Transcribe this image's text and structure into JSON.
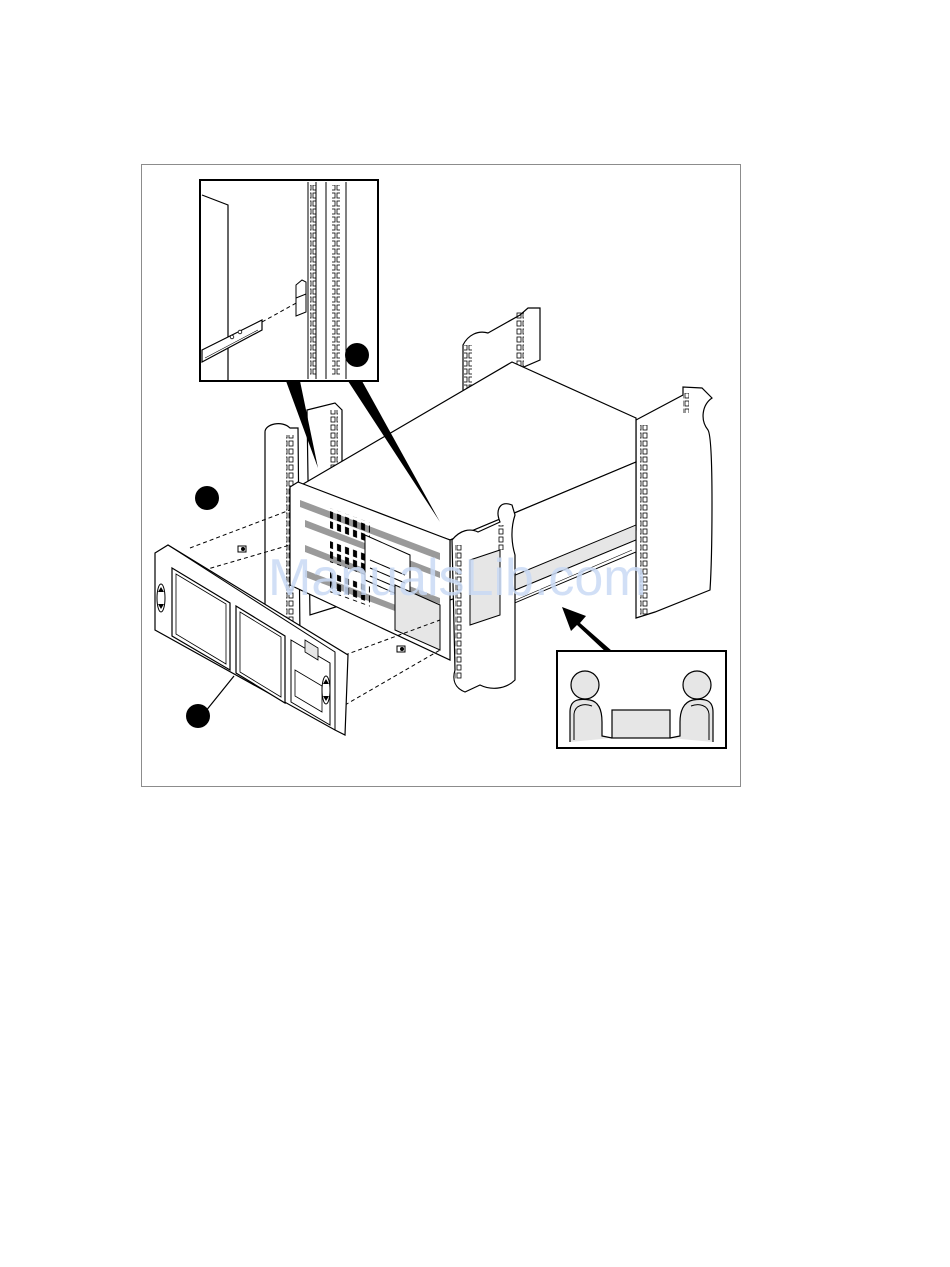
{
  "watermark": {
    "text": "ManualsLib.com",
    "color": "#c9daf5"
  },
  "colors": {
    "line": "#000000",
    "fill": "#ffffff",
    "shade": "#e6e6e6",
    "dark_shade": "#9a9a9a",
    "frame": "#8c8c8c"
  },
  "callouts": [
    {
      "name": "callout-1-rail-detail"
    },
    {
      "name": "callout-2-screws"
    },
    {
      "name": "callout-3-bezel"
    }
  ]
}
